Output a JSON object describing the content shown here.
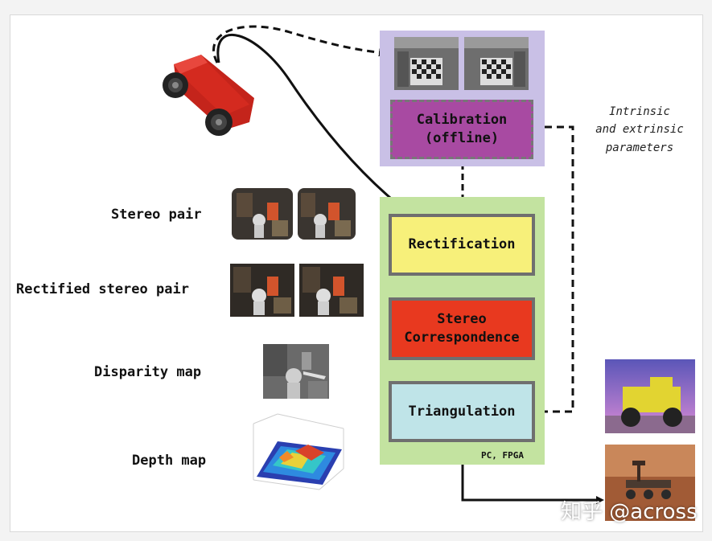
{
  "labels": {
    "stereo_pair": "Stereo pair",
    "rectified_stereo_pair": "Rectified stereo pair",
    "disparity_map": "Disparity map",
    "depth_map": "Depth map"
  },
  "blocks": {
    "calibration": [
      "Calibration",
      "(offline)"
    ],
    "rectification": "Rectification",
    "stereo_correspondence": [
      "Stereo",
      "Correspondence"
    ],
    "triangulation": "Triangulation"
  },
  "platform_note": "PC, FPGA",
  "annotation": [
    "Intrinsic",
    "and extrinsic",
    "parameters"
  ],
  "watermark": "知乎 @across",
  "colors": {
    "calibration_panel": "#c9c0e6",
    "calibration_box": "#a84aa2",
    "pipeline_panel": "#c3e3a0",
    "rectification_box": "#f7f07a",
    "stereo_correspondence_box": "#e8391f",
    "triangulation_box": "#bfe4e8",
    "camera": "#d42a1f"
  }
}
